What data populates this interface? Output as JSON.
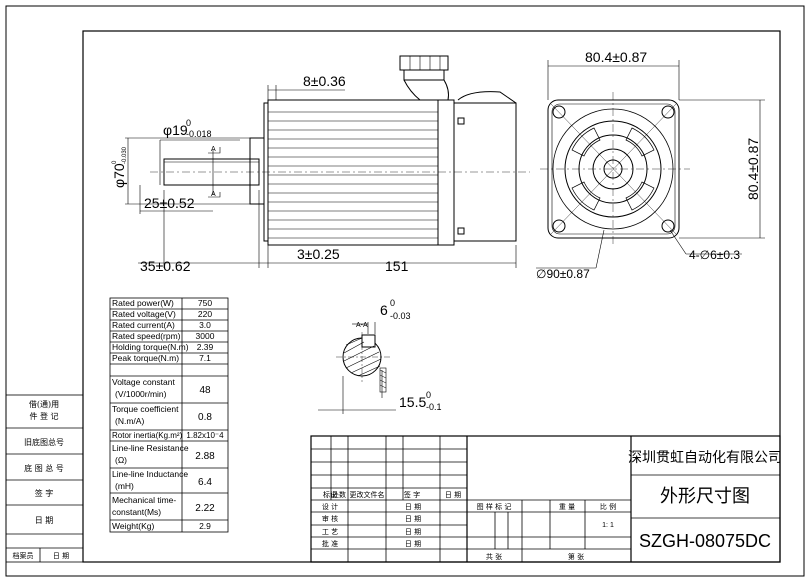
{
  "dimensions": {
    "shaft_dia": "φ19",
    "shaft_dia_tol_upper": "0",
    "shaft_dia_tol_lower": "-0.018",
    "flange_dia": "φ70",
    "flange_dia_tol_upper": "0",
    "flange_dia_tol_lower": "-0.030",
    "key_length": "25±0.52",
    "shaft_length": "35±0.62",
    "flange_thickness": "8±0.36",
    "spigot_depth": "3±0.25",
    "body_length": "151",
    "square_width": "80.4±0.87",
    "square_height": "80.4±0.87",
    "pcd": "∅90±0.87",
    "holes": "4-∅6±0.3",
    "section_label": "A-A",
    "key_width": "6",
    "key_width_tol_upper": "0",
    "key_width_tol_lower": "-0.03",
    "key_depth": "15.5",
    "key_depth_tol_upper": "0",
    "key_depth_tol_lower": "-0.1",
    "marker_a": "A"
  },
  "specs": [
    {
      "label": "Rated power(W)",
      "value": "750"
    },
    {
      "label": "Rated voltage(V)",
      "value": "220"
    },
    {
      "label": "Rated current(A)",
      "value": "3.0"
    },
    {
      "label": "Rated speed(rpm)",
      "value": "3000"
    },
    {
      "label": "Holding torque(N.m)",
      "value": "2.39"
    },
    {
      "label": "Peak torque(N.m)",
      "value": "7.1"
    },
    {
      "label": "Voltage constant",
      "label2": "(V/1000r/min)",
      "value": "48"
    },
    {
      "label": "Torque coefficient",
      "label2": "(N.m/A)",
      "value": "0.8"
    },
    {
      "label": "Rotor inertia(Kg.m²)",
      "value": "1.82x10⁻4"
    },
    {
      "label": "Line-line Resistance",
      "label2": "(Ω)",
      "value": "2.88"
    },
    {
      "label": "Line-line Inductance",
      "label2": "(mH)",
      "value": "6.4"
    },
    {
      "label": "Mechanical time-",
      "label2": "constant(Ms)",
      "value": "2.22"
    },
    {
      "label": "Weight(Kg)",
      "value": "2.9"
    }
  ],
  "side_block": {
    "row1a": "借(通)用",
    "row1b": "件 登 记",
    "row2": "旧底图总号",
    "row3": "底 图 总 号",
    "row4": "签   字",
    "row5": "日   期",
    "row6a": "档案员",
    "row6b": "日 期"
  },
  "title_block": {
    "company": "深圳贯虹自动化有限公司",
    "drawing_title": "外形尺寸图",
    "drawing_number": "SZGH-08075DC",
    "rev_headers": [
      "标记",
      "处数",
      "更改文件名",
      "签  字",
      "日 期"
    ],
    "roles": [
      "设  计",
      "审  核",
      "工  艺",
      "批  准"
    ],
    "date_label": "日  期",
    "stage_label": "图 样 标 记",
    "weight_label": "重 量",
    "scale_label": "比 例",
    "scale_value": "1: 1",
    "total_sheets": "共      张",
    "sheet_no": "第      张"
  }
}
